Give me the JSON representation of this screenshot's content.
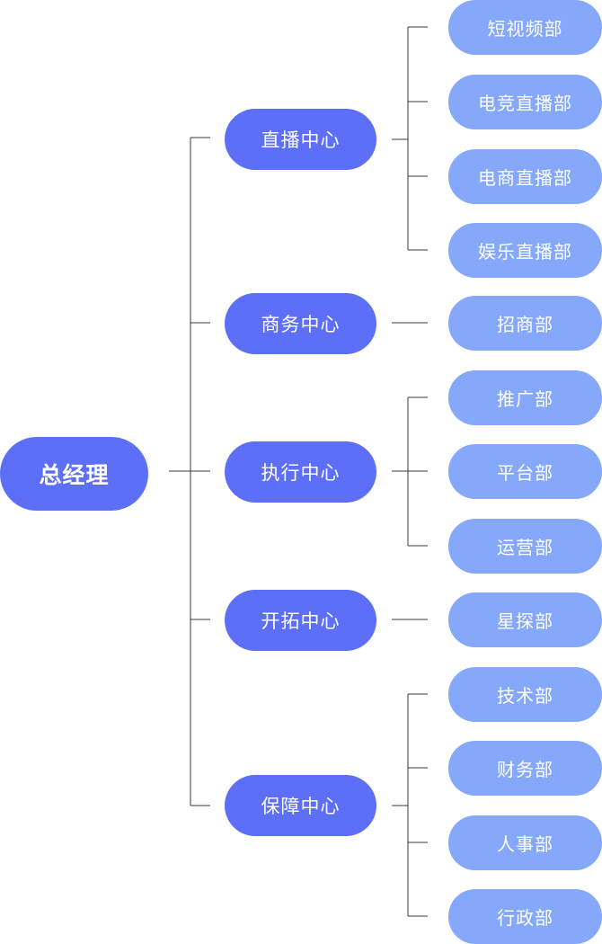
{
  "root": {
    "label": "总经理"
  },
  "centers": [
    {
      "label": "直播中心",
      "departments": [
        "短视频部",
        "电竞直播部",
        "电商直播部",
        "娱乐直播部"
      ]
    },
    {
      "label": "商务中心",
      "departments": [
        "招商部"
      ]
    },
    {
      "label": "执行中心",
      "departments": [
        "推广部",
        "平台部",
        "运营部"
      ]
    },
    {
      "label": "开拓中心",
      "departments": [
        "星探部"
      ]
    },
    {
      "label": "保障中心",
      "departments": [
        "技术部",
        "财务部",
        "人事部",
        "行政部"
      ]
    }
  ],
  "colors": {
    "root_fill": "#5d6ff6",
    "center_fill": "#5d6ff6",
    "department_fill": "#86a8fb",
    "connector": "#3a3a3a",
    "text": "#ffffff"
  }
}
